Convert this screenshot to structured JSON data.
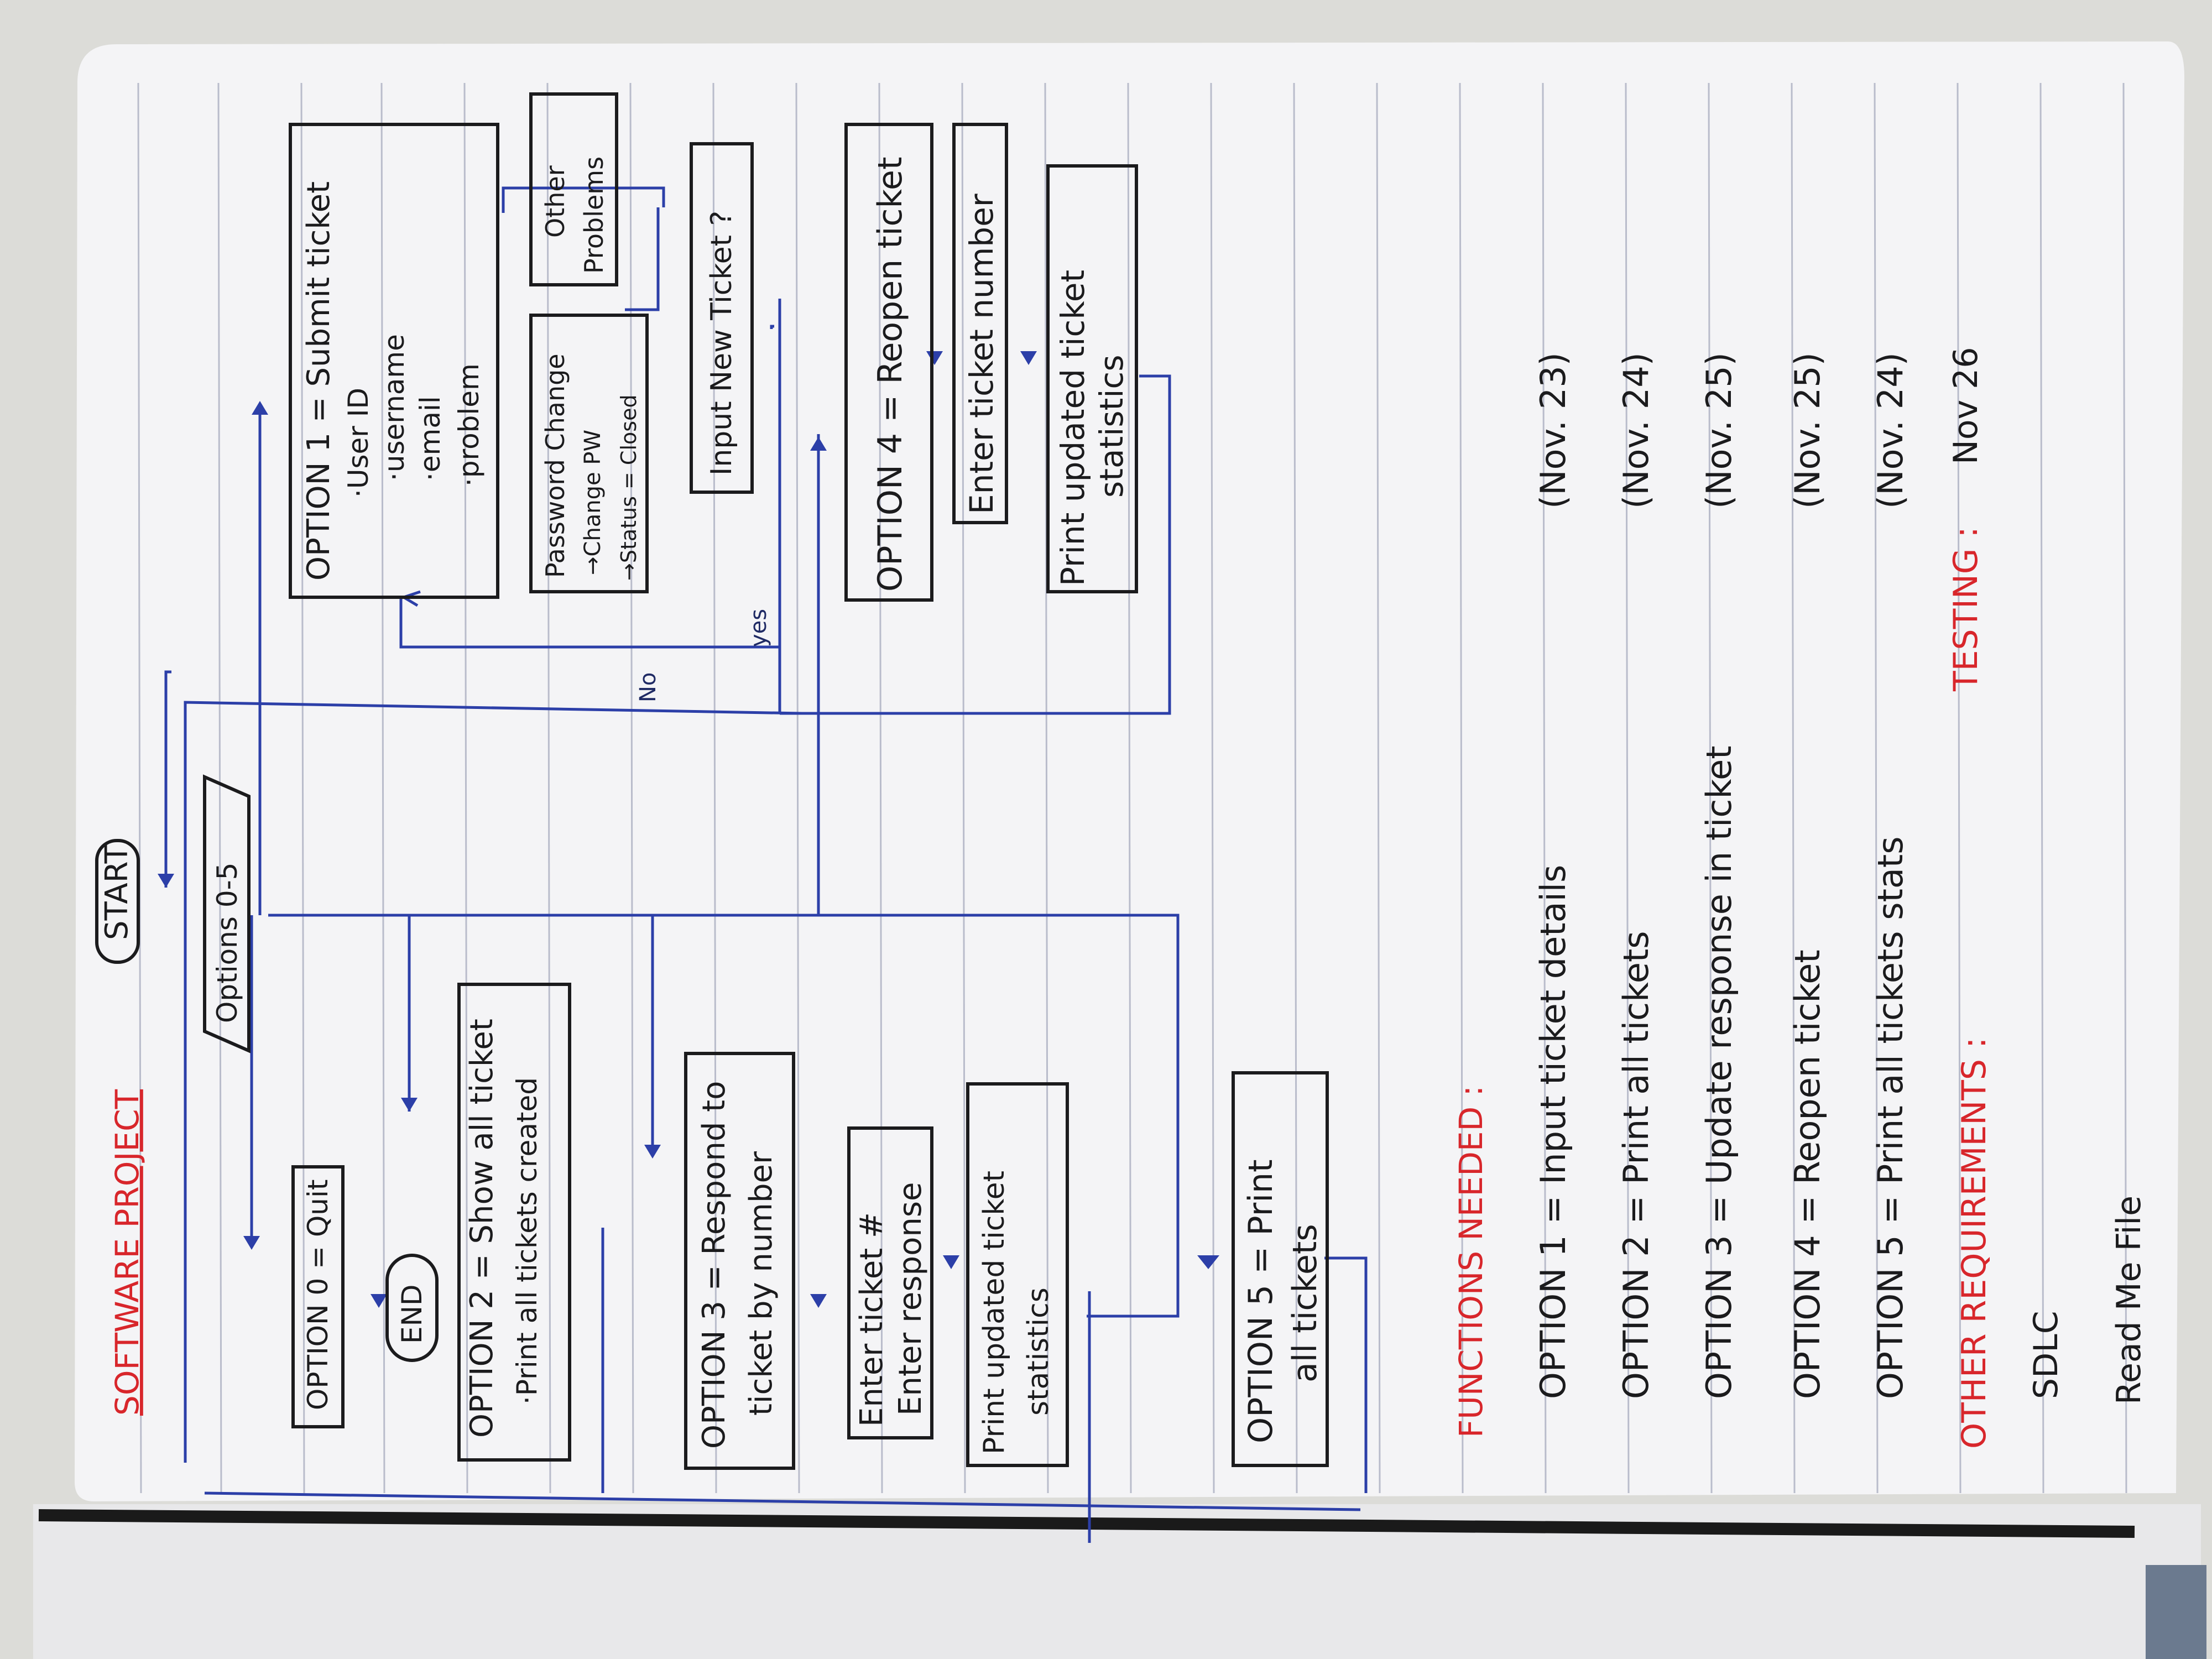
{
  "title": "SOFTWARE PROJECT",
  "flowchart": {
    "start": "START",
    "options": "Options 0-5",
    "option0": "OPTION 0 = Quit",
    "end": "END",
    "option2": {
      "line1": "OPTION 2 = Show all ticket",
      "line2": "·Print all tickets created"
    },
    "option3": {
      "line1": "OPTION 3 = Respond to",
      "line2": "ticket by number"
    },
    "enter_ticket": {
      "line1": "Enter ticket #",
      "line2": "Enter response"
    },
    "print_updated_1": {
      "line1": "Print updated ticket",
      "line2": "statistics"
    },
    "option5": {
      "line1": "OPTION 5 = Print",
      "line2": "all tickets"
    },
    "option1": {
      "title": "OPTION 1 = Submit ticket",
      "items": [
        "·User ID",
        "·username",
        "·email",
        "·problem"
      ]
    },
    "password_change": {
      "line1": "Password Change",
      "line2": "→Change PW",
      "line3": "→Status = Closed"
    },
    "other_problems": {
      "line1": "Other",
      "line2": "Problems"
    },
    "input_new": "Input New Ticket ?",
    "yes": "yes",
    "no": "No",
    "option4": "OPTION 4 = Reopen ticket",
    "enter_number": "Enter ticket number",
    "print_updated_2": {
      "line1": "Print updated ticket",
      "line2": "statistics"
    }
  },
  "functions": {
    "heading": "FUNCTIONS NEEDED :",
    "items": [
      {
        "text": "OPTION 1 = Input ticket details",
        "date": "(Nov. 23)"
      },
      {
        "text": "OPTION 2 = Print all tickets",
        "date": "(Nov. 24)"
      },
      {
        "text": "OPTION 3 = Update response in ticket",
        "date": "(Nov. 25)"
      },
      {
        "text": "OPTION 4 = Reopen ticket",
        "date": "(Nov. 25)"
      },
      {
        "text": "OPTION 5 = Print all tickets stats",
        "date": "(Nov. 24)"
      }
    ]
  },
  "requirements": {
    "heading": "OTHER REQUIREMENTS :",
    "testing_label": "TESTING :",
    "testing_date": "Nov 26",
    "items": [
      "SDLC",
      "Read Me File"
    ]
  },
  "colors": {
    "ink": "#1b1b1d",
    "blue_ink": "#2c3fa8",
    "red_ink": "#d8262b",
    "rule": "#b9bccb",
    "paper": "#f4f4f6"
  }
}
